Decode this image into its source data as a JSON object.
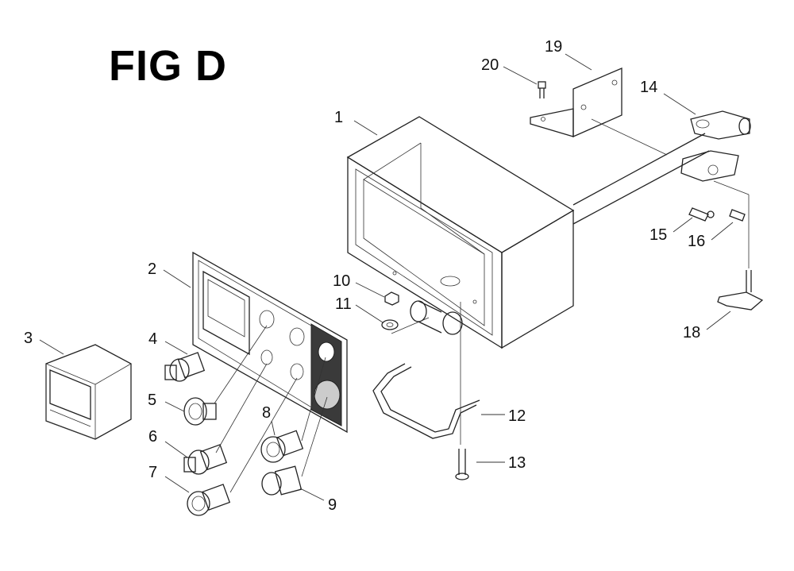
{
  "figure": {
    "title": "FIG D",
    "callouts": [
      {
        "id": "1",
        "label": "1"
      },
      {
        "id": "2",
        "label": "2"
      },
      {
        "id": "3",
        "label": "3"
      },
      {
        "id": "4",
        "label": "4"
      },
      {
        "id": "5",
        "label": "5"
      },
      {
        "id": "6",
        "label": "6"
      },
      {
        "id": "7",
        "label": "7"
      },
      {
        "id": "8",
        "label": "8"
      },
      {
        "id": "9",
        "label": "9"
      },
      {
        "id": "10",
        "label": "10"
      },
      {
        "id": "11",
        "label": "11"
      },
      {
        "id": "12",
        "label": "12"
      },
      {
        "id": "13",
        "label": "13"
      },
      {
        "id": "14",
        "label": "14"
      },
      {
        "id": "15",
        "label": "15"
      },
      {
        "id": "16",
        "label": "16"
      },
      {
        "id": "18",
        "label": "18"
      },
      {
        "id": "19",
        "label": "19"
      },
      {
        "id": "20",
        "label": "20"
      }
    ]
  },
  "colors": {
    "line": "#222222",
    "panel_dark": "#3a3a3a",
    "background": "#ffffff"
  }
}
